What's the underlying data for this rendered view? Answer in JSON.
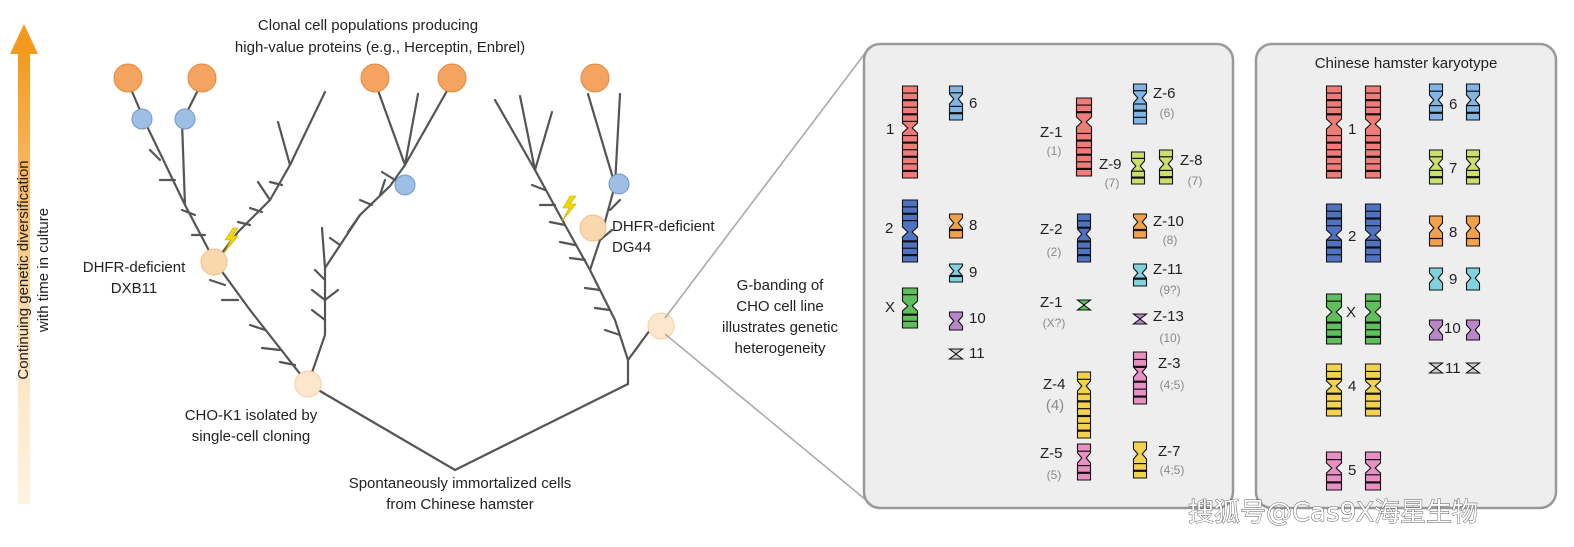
{
  "labels": {
    "top_line1": "Clonal cell populations producing",
    "top_line2": "high-value proteins (e.g., Herceptin, Enbrel)",
    "axis_line1": "Continuing genetic diversification",
    "axis_line2": "with time in culture",
    "dxb11_line1": "DHFR-deficient",
    "dxb11_line2": "DXB11",
    "dg44_line1": "DHFR-deficient",
    "dg44_line2": "DG44",
    "chok1_line1": "CHO-K1 isolated by",
    "chok1_line2": "single-cell cloning",
    "root_line1": "Spontaneously immortalized cells",
    "root_line2": "from Chinese hamster",
    "gband_line1": "G-banding of",
    "gband_line2": "CHO cell line",
    "gband_line3": "illustrates genetic",
    "gband_line4": "heterogeneity",
    "karyotype_title": "Chinese hamster karyotype",
    "watermark": "搜狐号@Cas9X海星生物"
  },
  "cho_panel": {
    "chromosomes": [
      {
        "id": "1",
        "color": "#f07c78"
      },
      {
        "id": "2",
        "color": "#4f73c0"
      },
      {
        "id": "X",
        "color": "#5fbf5a"
      },
      {
        "id": "6",
        "color": "#7fb6e6"
      },
      {
        "id": "8",
        "color": "#f2a04a"
      },
      {
        "id": "9",
        "color": "#7fd3df"
      },
      {
        "id": "10",
        "color": "#b987c7"
      },
      {
        "id": "11",
        "color": "#cccccc"
      }
    ],
    "z_chromosomes": [
      {
        "name": "Z-1",
        "sub": "(1)",
        "color": "#f07c78"
      },
      {
        "name": "Z-9",
        "sub": "(7)",
        "color": "#c9e06a"
      },
      {
        "name": "Z-8",
        "sub": "(7)",
        "color": "#c9e06a"
      },
      {
        "name": "Z-2",
        "sub": "(2)",
        "color": "#4f73c0"
      },
      {
        "name": "Z-1",
        "sub": "(X?)",
        "color": "#5fbf5a"
      },
      {
        "name": "Z-4",
        "sub": "(4)",
        "color": "#f3d34e"
      },
      {
        "name": "Z-5",
        "sub": "(5)",
        "color": "#e98fc4"
      },
      {
        "name": "Z-6",
        "sub": "(6)",
        "color": "#7fb6e6"
      },
      {
        "name": "Z-10",
        "sub": "(8)",
        "color": "#f2a04a"
      },
      {
        "name": "Z-11",
        "sub": "(9?)",
        "color": "#7fd3df"
      },
      {
        "name": "Z-13",
        "sub": "(10)",
        "color": "#b987c7"
      },
      {
        "name": "Z-3",
        "sub": "(4;5)",
        "color": "#e98fc4"
      },
      {
        "name": "Z-7",
        "sub": "(4;5)",
        "color": "#f3d34e"
      }
    ]
  },
  "karyotype_panel": {
    "chromosomes": [
      {
        "id": "1",
        "color": "#f07c78"
      },
      {
        "id": "2",
        "color": "#4f73c0"
      },
      {
        "id": "X",
        "color": "#5fbf5a"
      },
      {
        "id": "4",
        "color": "#f3d34e"
      },
      {
        "id": "5",
        "color": "#e98fc4"
      },
      {
        "id": "6",
        "color": "#7fb6e6"
      },
      {
        "id": "7",
        "color": "#c9e06a"
      },
      {
        "id": "8",
        "color": "#f2a04a"
      },
      {
        "id": "9",
        "color": "#7fd3df"
      },
      {
        "id": "10",
        "color": "#b987c7"
      },
      {
        "id": "11",
        "color": "#cccccc"
      }
    ]
  },
  "colors": {
    "orange_cell": "#f4a460",
    "blue_cell": "#9dbfe6",
    "pale_cell": "#fad8ae",
    "arrow_top": "#f39a1e",
    "panel_bg": "#eeeeee",
    "panel_border": "#999999",
    "tree_line": "#555555",
    "lightning": "#f5d800"
  },
  "icons": [
    "lightning-icon",
    "orange-cell-icon",
    "blue-cell-icon"
  ]
}
